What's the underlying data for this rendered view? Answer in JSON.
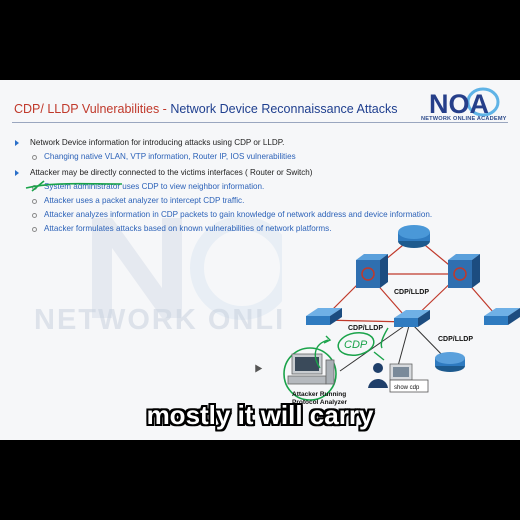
{
  "slide": {
    "title_part1": "CDP/ LLDP Vulnerabilities - ",
    "title_part2": "Network Device Reconnaissance Attacks",
    "logo_text": "NOA",
    "logo_subtitle": "NETWORK ONLINE ACADEMY",
    "watermark_text": "NETWORK ONLI",
    "bullets": [
      {
        "level": 1,
        "text": "Network Device information for introducing attacks using CDP or LLDP."
      },
      {
        "level": 2,
        "text": "Changing native VLAN, VTP information, Router IP, IOS vulnerabilities"
      },
      {
        "level": 1,
        "text": "Attacker may be directly connected to the victims interfaces  ( Router or  Switch)"
      },
      {
        "level": 2,
        "text": "System administrator uses CDP to view neighbor information."
      },
      {
        "level": 2,
        "text": "Attacker uses a packet analyzer to intercept CDP traffic."
      },
      {
        "level": 2,
        "text": "Attacker analyzes information in CDP packets to gain knowledge of network address and device information."
      },
      {
        "level": 2,
        "text": "Attacker formulates attacks based on known vulnerabilities of network platforms."
      }
    ],
    "diagram": {
      "link_labels": [
        "CDP/LLDP",
        "CDP/LLDP",
        "CDP/LLDP"
      ],
      "attacker_label_line1": "Attacker Running",
      "attacker_label_line2": "Protocol Analyzer",
      "show_cdp_label": "show cdp",
      "handwritten_note": "CDP"
    }
  },
  "caption": "mostly it will carry",
  "colors": {
    "title_red": "#c0392b",
    "title_blue": "#1f3f8f",
    "bullet_blue": "#2c62b8",
    "link_red": "#c0392b",
    "annotation_green": "#1aa34a"
  }
}
